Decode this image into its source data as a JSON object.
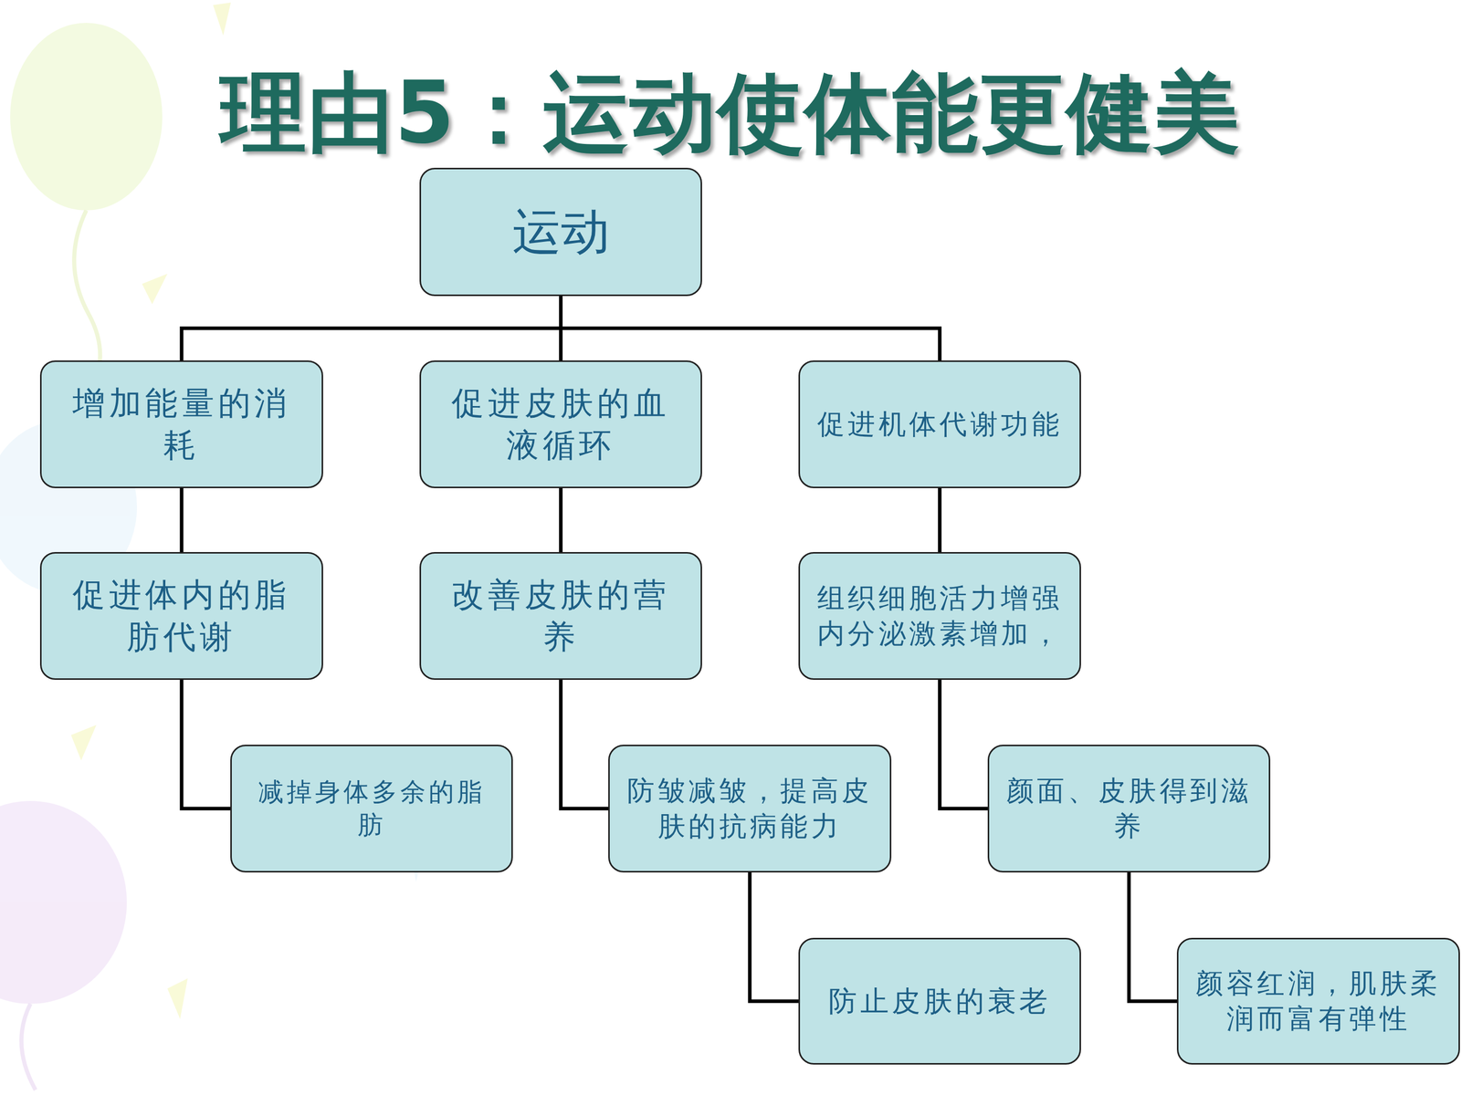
{
  "diagram": {
    "title": "理由5：运动使体能更健美",
    "nodes": [
      {
        "text": [
          "运动"
        ]
      },
      {
        "text": [
          "增加能量的消耗"
        ]
      },
      {
        "text": [
          "促进皮肤的血液循环"
        ]
      },
      {
        "text": [
          "促进机体代谢功能"
        ]
      },
      {
        "text": [
          "促进体内的脂肪代谢"
        ]
      },
      {
        "text": [
          "改善皮肤的营养"
        ]
      },
      {
        "text": [
          "组织细胞活力增强 内分泌激素增加，"
        ]
      },
      {
        "text": [
          "减掉身体多余的脂肪"
        ]
      },
      {
        "text": [
          "防皱减皱，提高皮肤的抗病能力"
        ]
      },
      {
        "text": [
          "颜面、皮肤得到滋养"
        ]
      },
      {
        "text": [
          "防止皮肤的衰老"
        ]
      },
      {
        "text": [
          "颜容红润，肌肤柔润而富有弹性"
        ]
      }
    ],
    "edges": [
      {
        "from": 0,
        "to": 1,
        "arrow": "none"
      },
      {
        "from": 0,
        "to": 2,
        "arrow": "none"
      },
      {
        "from": 0,
        "to": 3,
        "arrow": "none"
      },
      {
        "from": 1,
        "to": 4,
        "arrow": "none"
      },
      {
        "from": 2,
        "to": 5,
        "arrow": "none"
      },
      {
        "from": 3,
        "to": 6,
        "arrow": "none"
      },
      {
        "from": 4,
        "to": 7,
        "arrow": "none"
      },
      {
        "from": 5,
        "to": 8,
        "arrow": "none"
      },
      {
        "from": 6,
        "to": 9,
        "arrow": "none"
      },
      {
        "from": 8,
        "to": 10,
        "arrow": "none"
      },
      {
        "from": 9,
        "to": 11,
        "arrow": "none"
      }
    ]
  }
}
